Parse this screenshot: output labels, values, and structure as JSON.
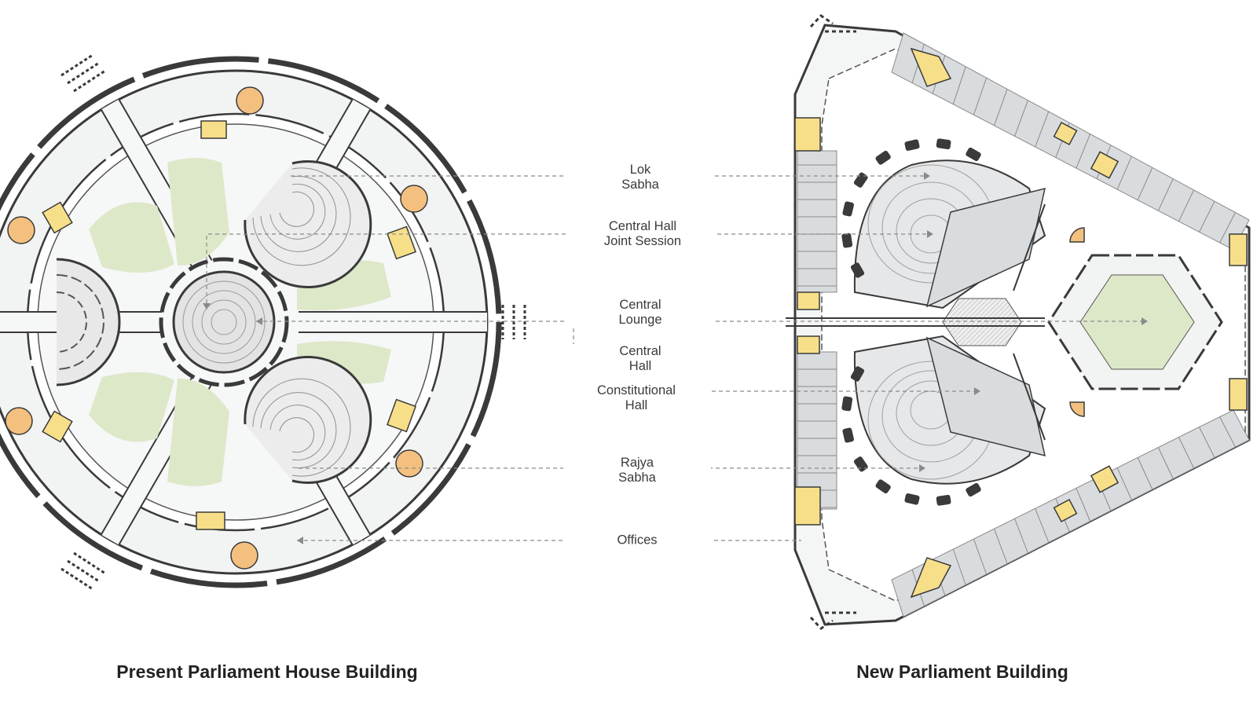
{
  "labels": {
    "lok_sabha": {
      "line1": "Lok",
      "line2": "Sabha"
    },
    "central_hall_joint_session": {
      "line1": "Central Hall",
      "line2": "Joint Session"
    },
    "central_lounge": {
      "line1": "Central",
      "line2": "Lounge"
    },
    "central_hall": {
      "line1": "Central",
      "line2": "Hall"
    },
    "constitutional_hall": {
      "line1": "Constitutional",
      "line2": "Hall"
    },
    "rajya_sabha": {
      "line1": "Rajya",
      "line2": "Sabha"
    },
    "offices": {
      "line1": "Offices"
    }
  },
  "captions": {
    "present": "Present Parliament House Building",
    "new": "New Parliament Building"
  },
  "colors": {
    "wall": "#3a3a3a",
    "room": "#d9dcdf",
    "floor": "#f5f6f6",
    "courtyard": "#dde8c9",
    "highlight": "#f7df8a",
    "dome": "#f3c07f",
    "leader": "#8a8a8a"
  }
}
